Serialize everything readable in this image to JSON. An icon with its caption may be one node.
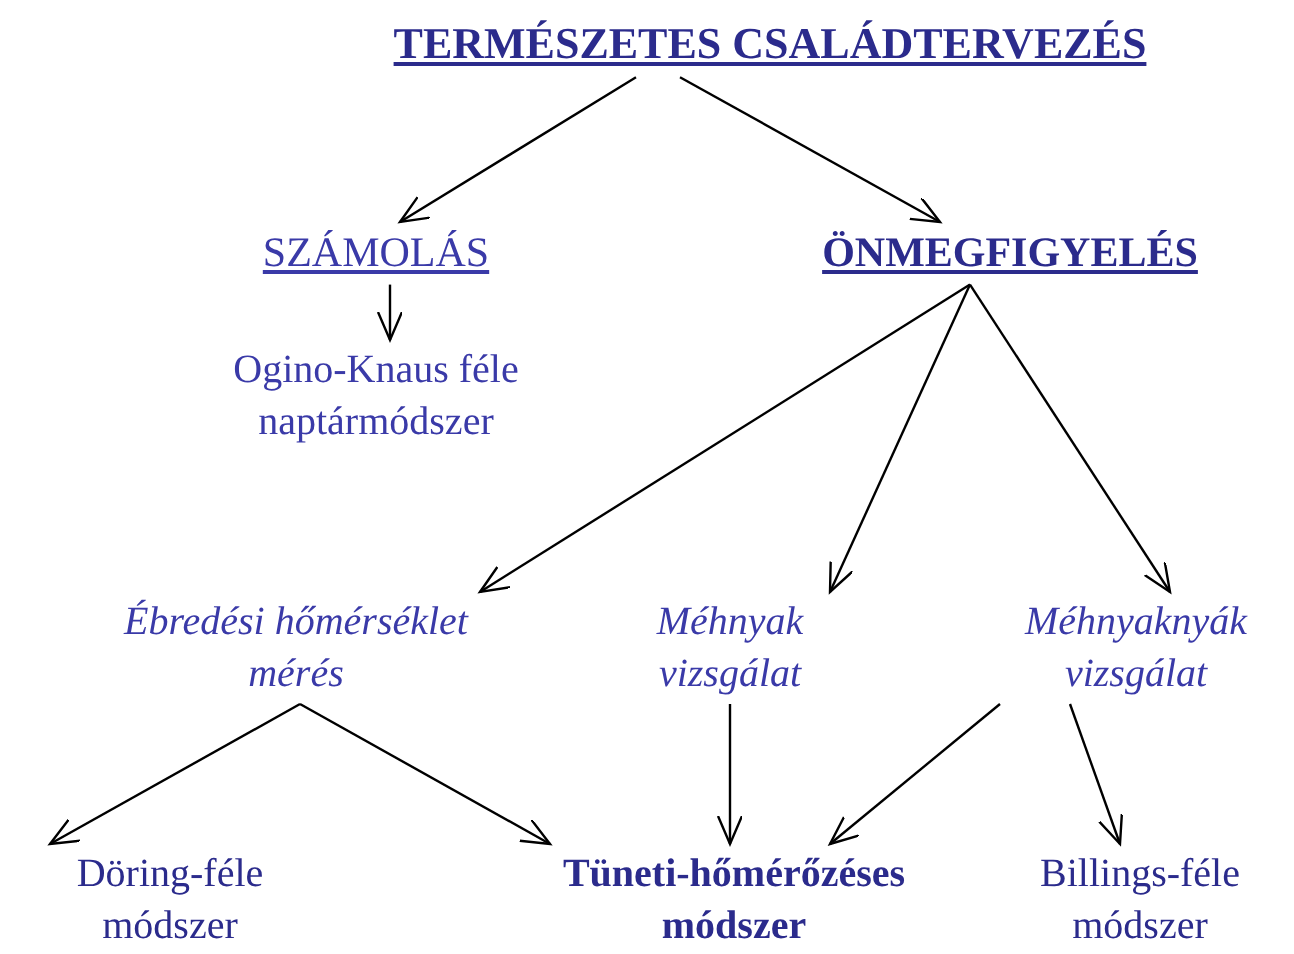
{
  "diagram": {
    "nodes": [
      {
        "text": [
          "TERMÉSZETES CSALÁDTERVEZÉS"
        ]
      },
      {
        "text": [
          "SZÁMOLÁS"
        ]
      },
      {
        "text": [
          "ÖNMEGFIGYELÉS"
        ]
      },
      {
        "text": [
          "Ogino-Knaus féle naptármódszer"
        ]
      },
      {
        "text": [
          "Ébredési hőmérséklet mérés"
        ]
      },
      {
        "text": [
          "Méhnyak vizsgálat"
        ]
      },
      {
        "text": [
          "Méhnyaknyák vizsgálat"
        ]
      },
      {
        "text": [
          "Döring-féle módszer"
        ]
      },
      {
        "text": [
          "Tüneti-hőmérőzéses módszer"
        ]
      },
      {
        "text": [
          "Billings-féle módszer"
        ]
      }
    ],
    "edges": [
      {
        "from": 0,
        "to": 1,
        "arrow": "to"
      },
      {
        "from": 0,
        "to": 2,
        "arrow": "to"
      },
      {
        "from": 1,
        "to": 3,
        "arrow": "to"
      },
      {
        "from": 2,
        "to": 4,
        "arrow": "to"
      },
      {
        "from": 2,
        "to": 5,
        "arrow": "to"
      },
      {
        "from": 2,
        "to": 6,
        "arrow": "to"
      },
      {
        "from": 4,
        "to": 7,
        "arrow": "to"
      },
      {
        "from": 4,
        "to": 8,
        "arrow": "to"
      },
      {
        "from": 5,
        "to": 8,
        "arrow": "to"
      },
      {
        "from": 6,
        "to": 8,
        "arrow": "to"
      },
      {
        "from": 6,
        "to": 9,
        "arrow": "to"
      }
    ]
  }
}
